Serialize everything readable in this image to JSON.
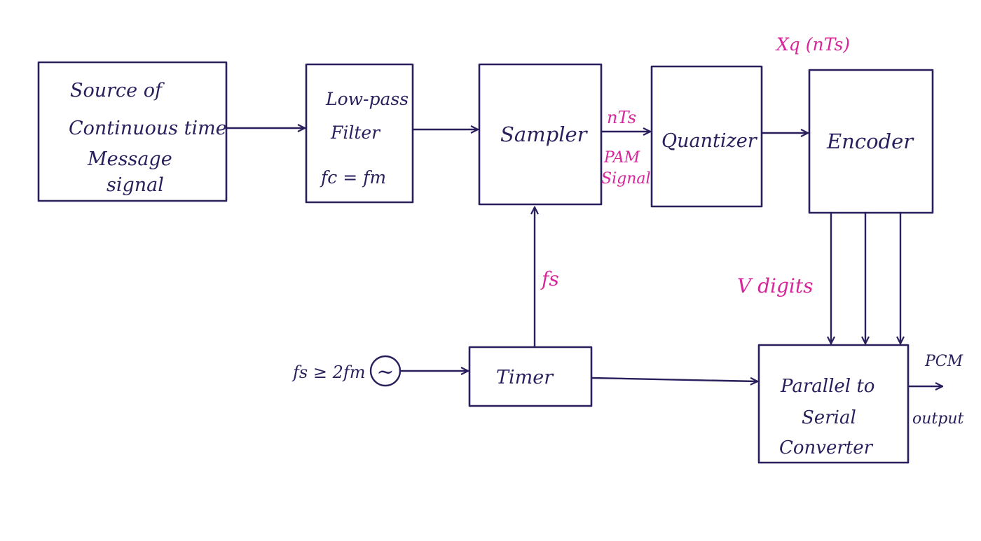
{
  "colors": {
    "ink": "#2a1f5c",
    "annotation": "#d6269a"
  },
  "blocks": {
    "source": {
      "lines": [
        "Source of",
        "Continuous time",
        "Message",
        "signal"
      ]
    },
    "lpf": {
      "lines": [
        "Low-pass",
        "Filter",
        "fc = fm"
      ]
    },
    "sampler": {
      "label": "Sampler"
    },
    "quantizer": {
      "label": "Quantizer"
    },
    "encoder": {
      "label": "Encoder"
    },
    "timer": {
      "label": "Timer"
    },
    "p2s": {
      "lines": [
        "Parallel to",
        "Serial",
        "Converter"
      ]
    }
  },
  "labels": {
    "nts": "nTs",
    "pam": [
      "PAM",
      "Signal"
    ],
    "xq": "Xq (nTs)",
    "fs": "fs",
    "v_digits": "V digits",
    "fs_condition": "fs ≥ 2fm",
    "oscillator_symbol": "~",
    "pcm": "PCM",
    "output": "output"
  }
}
